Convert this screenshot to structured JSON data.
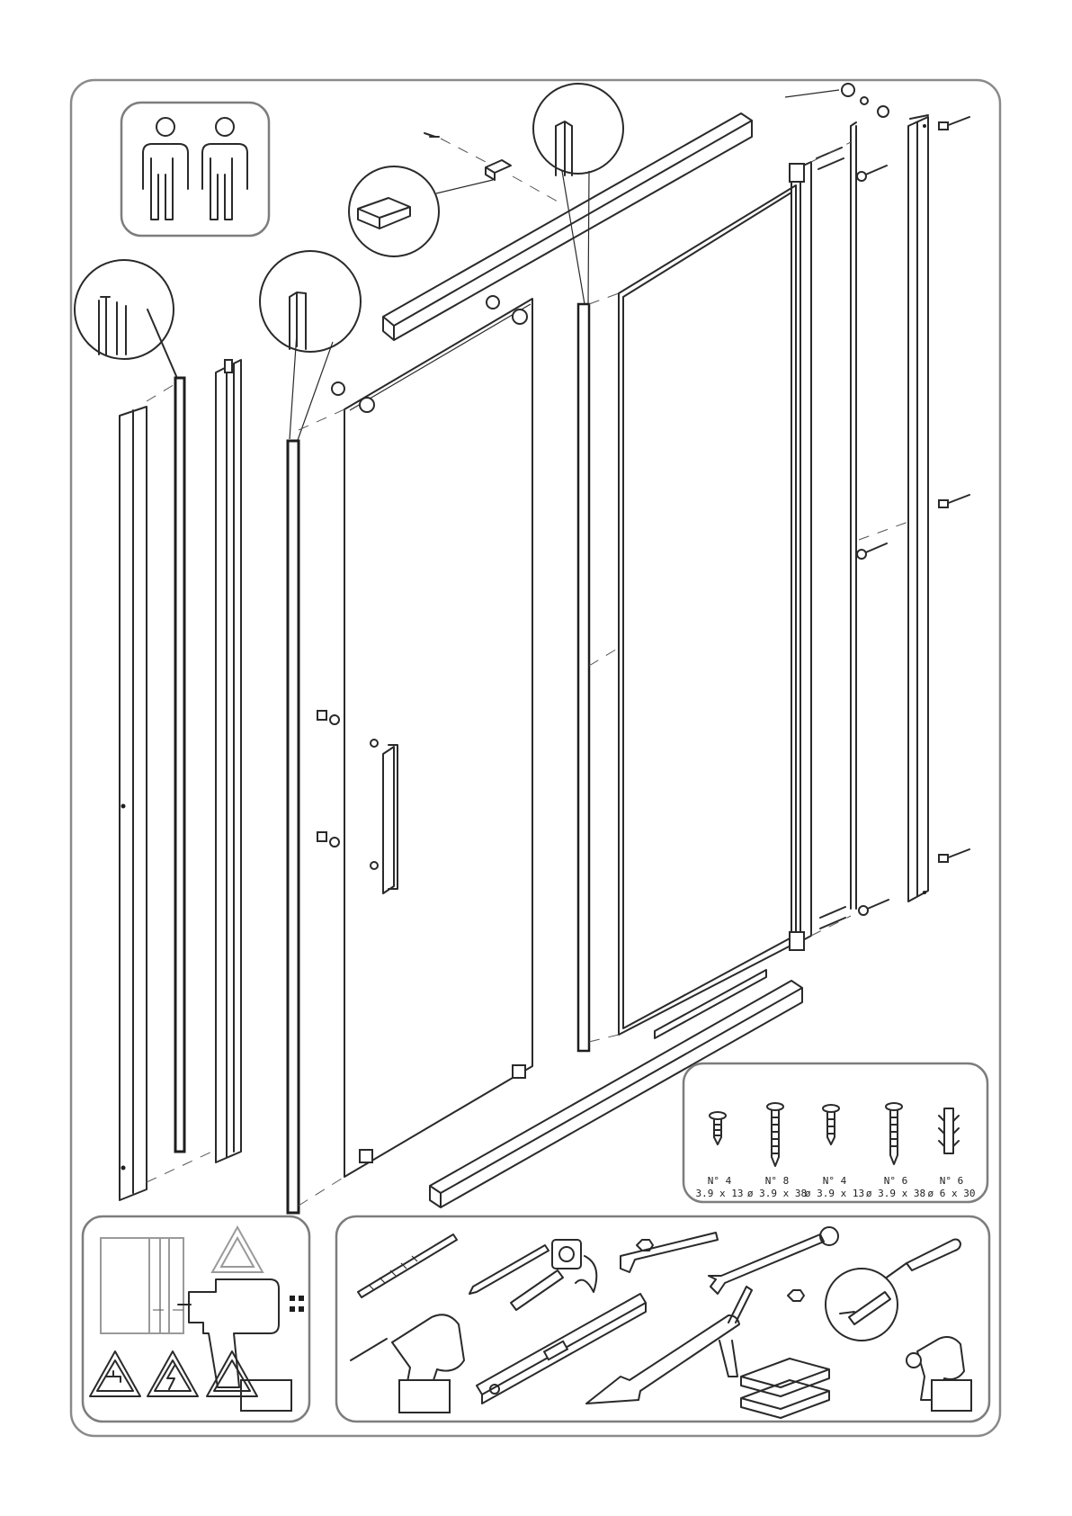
{
  "hardware": [
    {
      "number": "N° 4",
      "size": "3.9 x 13",
      "icon": "flat-screw-icon"
    },
    {
      "number": "N° 8",
      "size": "ø 3.9 x 38",
      "icon": "long-screw-icon"
    },
    {
      "number": "N° 4",
      "size": "ø 3.9 x 13",
      "icon": "short-screw-icon"
    },
    {
      "number": "N° 6",
      "size": "ø 3.9 x 38",
      "icon": "long-screw-icon"
    },
    {
      "number": "N° 6",
      "size": "ø 6 x 30",
      "icon": "wall-plug-icon"
    }
  ],
  "icons": {
    "people": "two-persons-icon",
    "tools": [
      "drill-bit-icon",
      "pencil-icon",
      "tape-measure-icon",
      "allen-key-icon",
      "wrench-icon",
      "screwdriver-icon",
      "drill-icon",
      "spirit-level-icon",
      "silicone-gun-icon",
      "shims-icon"
    ],
    "warnings": [
      "warning-triangle-icon",
      "water-pipe-warning-icon",
      "electric-warning-icon",
      "caution-triangle-icon"
    ]
  }
}
